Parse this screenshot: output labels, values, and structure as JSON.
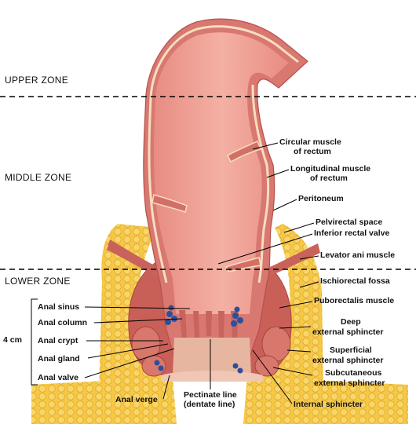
{
  "zones": {
    "upper": "UPPER ZONE",
    "middle": "MIDDLE ZONE",
    "lower": "LOWER ZONE"
  },
  "scale_label": "4 cm",
  "labels": {
    "circular_1": "Circular muscle",
    "circular_2": "of rectum",
    "longitudinal_1": "Longitudinal muscle",
    "longitudinal_2": "of rectum",
    "peritoneum": "Peritoneum",
    "pelvirectal": "Pelvirectal space",
    "inferior_valve": "Inferior rectal valve",
    "levator": "Levator ani muscle",
    "ischiorectal": "Ischiorectal fossa",
    "puborectalis": "Puborectalis muscle",
    "deep_1": "Deep",
    "deep_2": "external sphincter",
    "superficial_1": "Superficial",
    "superficial_2": "external sphincter",
    "subcutaneous_1": "Subcutaneous",
    "subcutaneous_2": "external sphincter",
    "internal": "Internal sphincter",
    "pectinate_1": "Pectinate line",
    "pectinate_2": "(dentate line)",
    "anal_verge": "Anal verge",
    "anal_sinus": "Anal sinus",
    "anal_column": "Anal column",
    "anal_crypt": "Anal crypt",
    "anal_gland": "Anal gland",
    "anal_valve": "Anal valve"
  },
  "colors": {
    "fat": "#f6c944",
    "fat_cell": "#e8a92a",
    "mucosa": "#ee9b8f",
    "muscle": "#c9605a",
    "wall_line": "#f7ddc0",
    "gland": "#2c4f9a"
  }
}
